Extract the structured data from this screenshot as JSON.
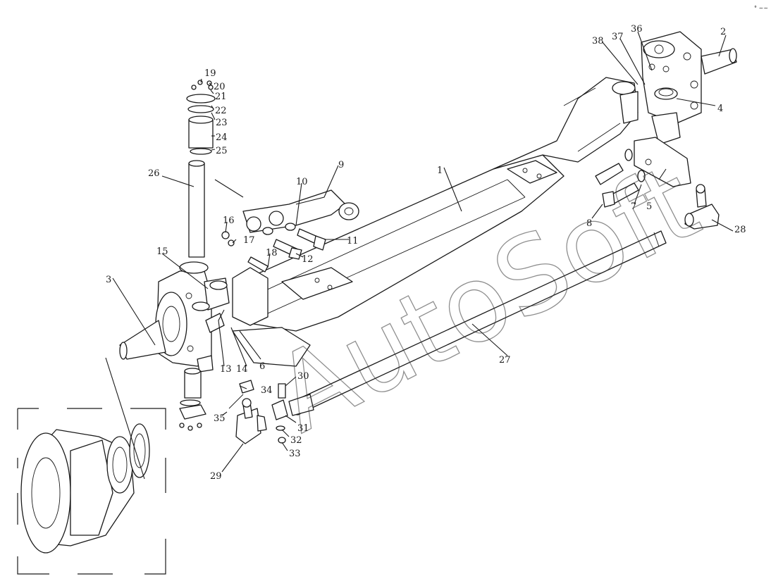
{
  "watermark": "AutoSoft",
  "corner_mark": "° ~~",
  "callouts": [
    {
      "id": "c1",
      "label": "1"
    },
    {
      "id": "c2",
      "label": "2"
    },
    {
      "id": "c3",
      "label": "3"
    },
    {
      "id": "c4",
      "label": "4"
    },
    {
      "id": "c5",
      "label": "5"
    },
    {
      "id": "c6",
      "label": "6"
    },
    {
      "id": "c7",
      "label": "7"
    },
    {
      "id": "c8",
      "label": "8"
    },
    {
      "id": "c9",
      "label": "9"
    },
    {
      "id": "c10",
      "label": "10"
    },
    {
      "id": "c11",
      "label": "11"
    },
    {
      "id": "c12",
      "label": "12"
    },
    {
      "id": "c13",
      "label": "13"
    },
    {
      "id": "c14",
      "label": "14"
    },
    {
      "id": "c15",
      "label": "15"
    },
    {
      "id": "c16",
      "label": "16"
    },
    {
      "id": "c17",
      "label": "17"
    },
    {
      "id": "c18",
      "label": "18"
    },
    {
      "id": "c19",
      "label": "19"
    },
    {
      "id": "c20",
      "label": "20"
    },
    {
      "id": "c21",
      "label": "21"
    },
    {
      "id": "c22",
      "label": "22"
    },
    {
      "id": "c23",
      "label": "23"
    },
    {
      "id": "c24",
      "label": "24"
    },
    {
      "id": "c25",
      "label": "25"
    },
    {
      "id": "c26",
      "label": "26"
    },
    {
      "id": "c27",
      "label": "27"
    },
    {
      "id": "c28",
      "label": "28"
    },
    {
      "id": "c29",
      "label": "29"
    },
    {
      "id": "c30",
      "label": "30"
    },
    {
      "id": "c31",
      "label": "31"
    },
    {
      "id": "c32",
      "label": "32"
    },
    {
      "id": "c33",
      "label": "33"
    },
    {
      "id": "c34",
      "label": "34"
    },
    {
      "id": "c35",
      "label": "35"
    },
    {
      "id": "c36",
      "label": "36"
    },
    {
      "id": "c37",
      "label": "37"
    },
    {
      "id": "c38",
      "label": "38"
    }
  ]
}
